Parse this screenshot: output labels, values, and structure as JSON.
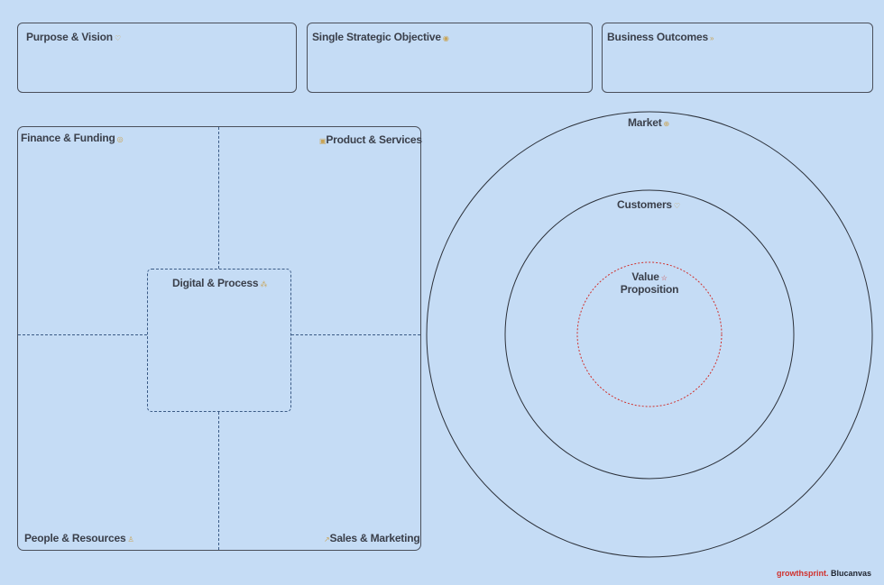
{
  "top_boxes": {
    "purpose": {
      "label": "Purpose & Vision",
      "icon": "heart-icon"
    },
    "objective": {
      "label": "Single Strategic Objective",
      "icon": "target-icon"
    },
    "outcomes": {
      "label": "Business Outcomes",
      "icon": "chevrons-right-icon"
    }
  },
  "quadrants": {
    "finance": {
      "label": "Finance & Funding",
      "icon": "coin-icon"
    },
    "product": {
      "label": "Product & Services",
      "icon": "box-icon"
    },
    "digital": {
      "label": "Digital & Process",
      "icon": "nodes-icon"
    },
    "people": {
      "label": "People & Resources",
      "icon": "people-icon"
    },
    "sales": {
      "label": "Sales & Marketing",
      "icon": "chart-up-icon"
    }
  },
  "circles": {
    "market": {
      "label": "Market",
      "icon": "globe-icon"
    },
    "customers": {
      "label": "Customers",
      "icon": "heart-icon"
    },
    "value_line1": "Value",
    "value_line2": "Proposition",
    "value_icon": "star-icon"
  },
  "colors": {
    "background": "#c5dcf5",
    "border": "#4a4f5a",
    "dotted": "#3b5b86",
    "icon_gold": "#c9a456",
    "value_red": "#d0312d"
  },
  "brand": {
    "part1": "growthsprint.",
    "part2": "Blucanvas"
  }
}
